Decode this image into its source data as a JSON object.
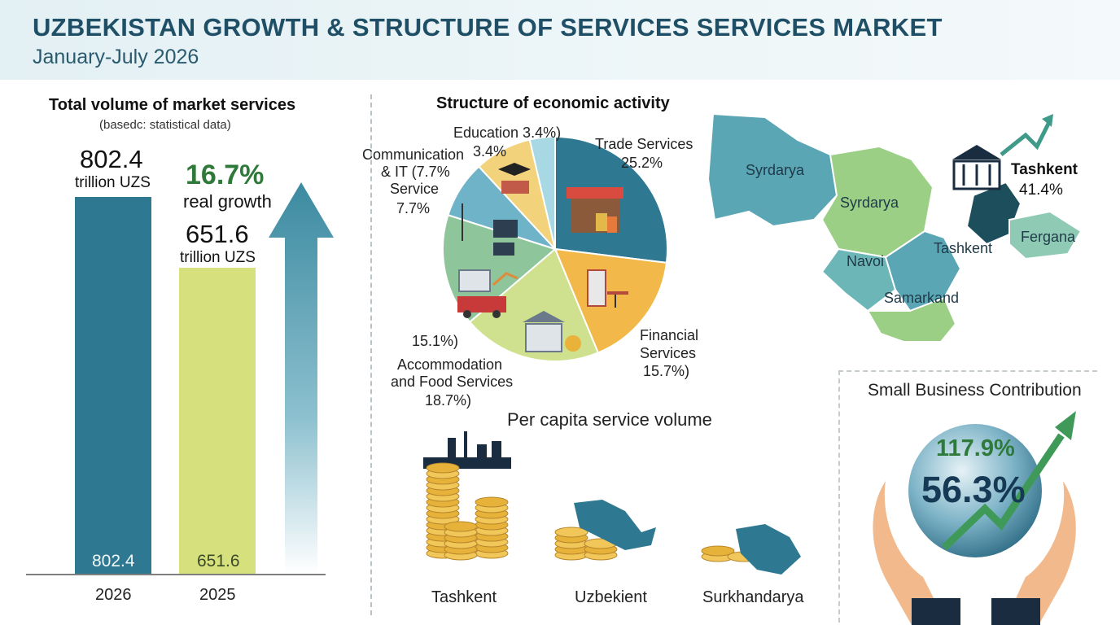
{
  "header": {
    "title": "UZBEKISTAN GROWTH & STRUCTURE OF SERVICES SERVICES MARKET",
    "subtitle": "January-July 2026"
  },
  "volume": {
    "title": "Total volume of market services",
    "note": "(basedc: statistical data)",
    "v2026": "802.4",
    "unit2026": "trillion UZS",
    "growth_pct": "16.7%",
    "growth_label": "real growth",
    "v2025": "651.6",
    "unit2025": "trillion UZS"
  },
  "structure": {
    "title": "Structure of economic activity",
    "labels": {
      "education": "Education 3.4%)",
      "education_pct": "3.4%",
      "comm_line1": "Communication",
      "comm_line2": "& IT (7.7%",
      "comm_line3": "Service",
      "comm_pct": "7.7%",
      "trade_line1": "Trade Services",
      "trade_pct": "25.2%",
      "fin_line1": "Financial",
      "fin_line2": "Services",
      "fin_pct": "15.7%)",
      "transport_pct": "15.1%)",
      "accom_line1": "Accommodation",
      "accom_line2": "and Food Services",
      "accom_pct": "18.7%)"
    }
  },
  "map": {
    "regions": {
      "syrdarya_nw": "Syrdarya",
      "syrdarya": "Syrdarya",
      "navoi": "Navoi",
      "tashkent": "Tashkent",
      "fergana": "Fergana",
      "samarkand": "Samarkand"
    },
    "highlight_city": "Tashkent",
    "highlight_pct": "41.4%"
  },
  "per_capita": {
    "title": "Per capita service volume",
    "cities": [
      "Tashkent",
      "Uzbekient",
      "Surkhandarya"
    ]
  },
  "small_business": {
    "title": "Small Business Contribution",
    "pct_growth": "117.9%",
    "pct_share": "56.3%"
  },
  "colors": {
    "teal_bar": "#2e7891",
    "lime_bar": "#d6e07c",
    "trade": "#2e7891",
    "financial": "#f2b94a",
    "accommodation": "#cfe08e",
    "transport": "#8ec59a",
    "communication": "#6fb3c9",
    "it": "#f3d27c",
    "education": "#a8d8e4"
  },
  "chart_data": [
    {
      "type": "bar",
      "title": "Total volume of market services",
      "categories": [
        "2026",
        "2025"
      ],
      "values": [
        802.4,
        651.6
      ],
      "ylabel": "trillion UZS",
      "data_labels": [
        "802.4",
        "651.6"
      ],
      "ylim": [
        0,
        802.4
      ]
    },
    {
      "type": "pie",
      "title": "Structure of economic activity",
      "categories": [
        "Trade Services",
        "Financial Services",
        "Accommodation and Food Services",
        "",
        "Communication & IT Service",
        "",
        "Education"
      ],
      "values": [
        25.2,
        15.7,
        18.7,
        15.1,
        7.7,
        7.7,
        3.4
      ]
    }
  ]
}
